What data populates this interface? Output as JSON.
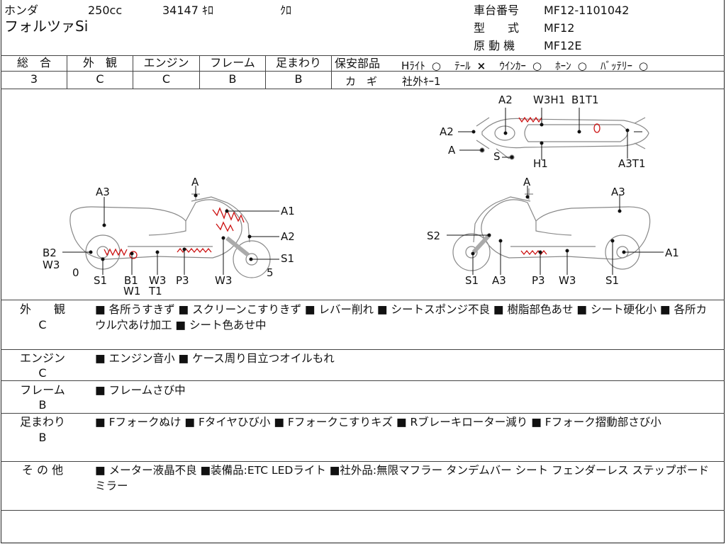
{
  "header": {
    "maker": "ホンダ",
    "cc": "250cc",
    "mileage": "34147 ｷﾛ",
    "color": "ｸﾛ",
    "model_name": "フォルツァSi",
    "frame_no_label": "車台番号",
    "frame_no": "MF12-1101042",
    "type_label": "型　　式",
    "type": "MF12",
    "engine_label": "原 動 機",
    "engine": "MF12E"
  },
  "grades": {
    "overall_label": "総　合",
    "overall": "3",
    "exterior_label": "外　観",
    "exterior": "C",
    "engine_label": "エンジン",
    "engine": "C",
    "frame_label": "フレーム",
    "frame": "B",
    "suspension_label": "足まわり",
    "suspension": "B"
  },
  "safety": {
    "label": "保安部品",
    "items": [
      {
        "name": "Hﾗｲﾄ",
        "mark": "○"
      },
      {
        "name": "ﾃｰﾙ",
        "mark": "×"
      },
      {
        "name": "ｳｲﾝｶｰ",
        "mark": "○"
      },
      {
        "name": "ﾎｰﾝ",
        "mark": "○"
      },
      {
        "name": "ﾊﾞｯﾃﾘｰ",
        "mark": "○"
      }
    ],
    "key_label": "カ　ギ",
    "key_value": "社外ｷｰ1"
  },
  "diagram": {
    "top": [
      "A2",
      "W3H1",
      "B1T1",
      "A2",
      "A",
      "S",
      "H1",
      "A3T1"
    ],
    "left": [
      "A",
      "A3",
      "A1",
      "A2",
      "B2",
      "W3",
      "0",
      "S1",
      "5",
      "S1",
      "B1",
      "W1",
      "W3",
      "T1",
      "P3",
      "W3"
    ],
    "right": [
      "A",
      "A3",
      "S2",
      "A1",
      "S1",
      "A3",
      "P3",
      "W3",
      "S1"
    ],
    "damage_color": "#cc1111"
  },
  "remarks": [
    {
      "label_line1": "外　　観",
      "label_line2": "C",
      "text": "■ 各所うすきず ■ スクリーンこすりきず ■ レバー削れ ■ シートスポンジ不良 ■ 樹脂部色あせ ■ シート硬化小 ■ 各所カウル穴あけ加工 ■ シート色あせ中"
    },
    {
      "label_line1": "エンジン",
      "label_line2": "C",
      "text": "■ エンジン音小 ■ ケース周り目立つオイルもれ"
    },
    {
      "label_line1": "フレーム",
      "label_line2": "B",
      "text": "■ フレームさび中"
    },
    {
      "label_line1": "足まわり",
      "label_line2": "B",
      "text": "■ Fフォークぬけ ■ Fタイヤひび小 ■ Fフォークこすりキズ ■ Rブレーキローター減り ■ Fフォーク摺動部さび小"
    },
    {
      "label_line1": "そ の 他",
      "label_line2": "",
      "text": "■ メーター液晶不良 ■装備品:ETC LEDライト ■社外品:無限マフラー タンデムバー シート フェンダーレス ステップボード ミラー"
    }
  ]
}
